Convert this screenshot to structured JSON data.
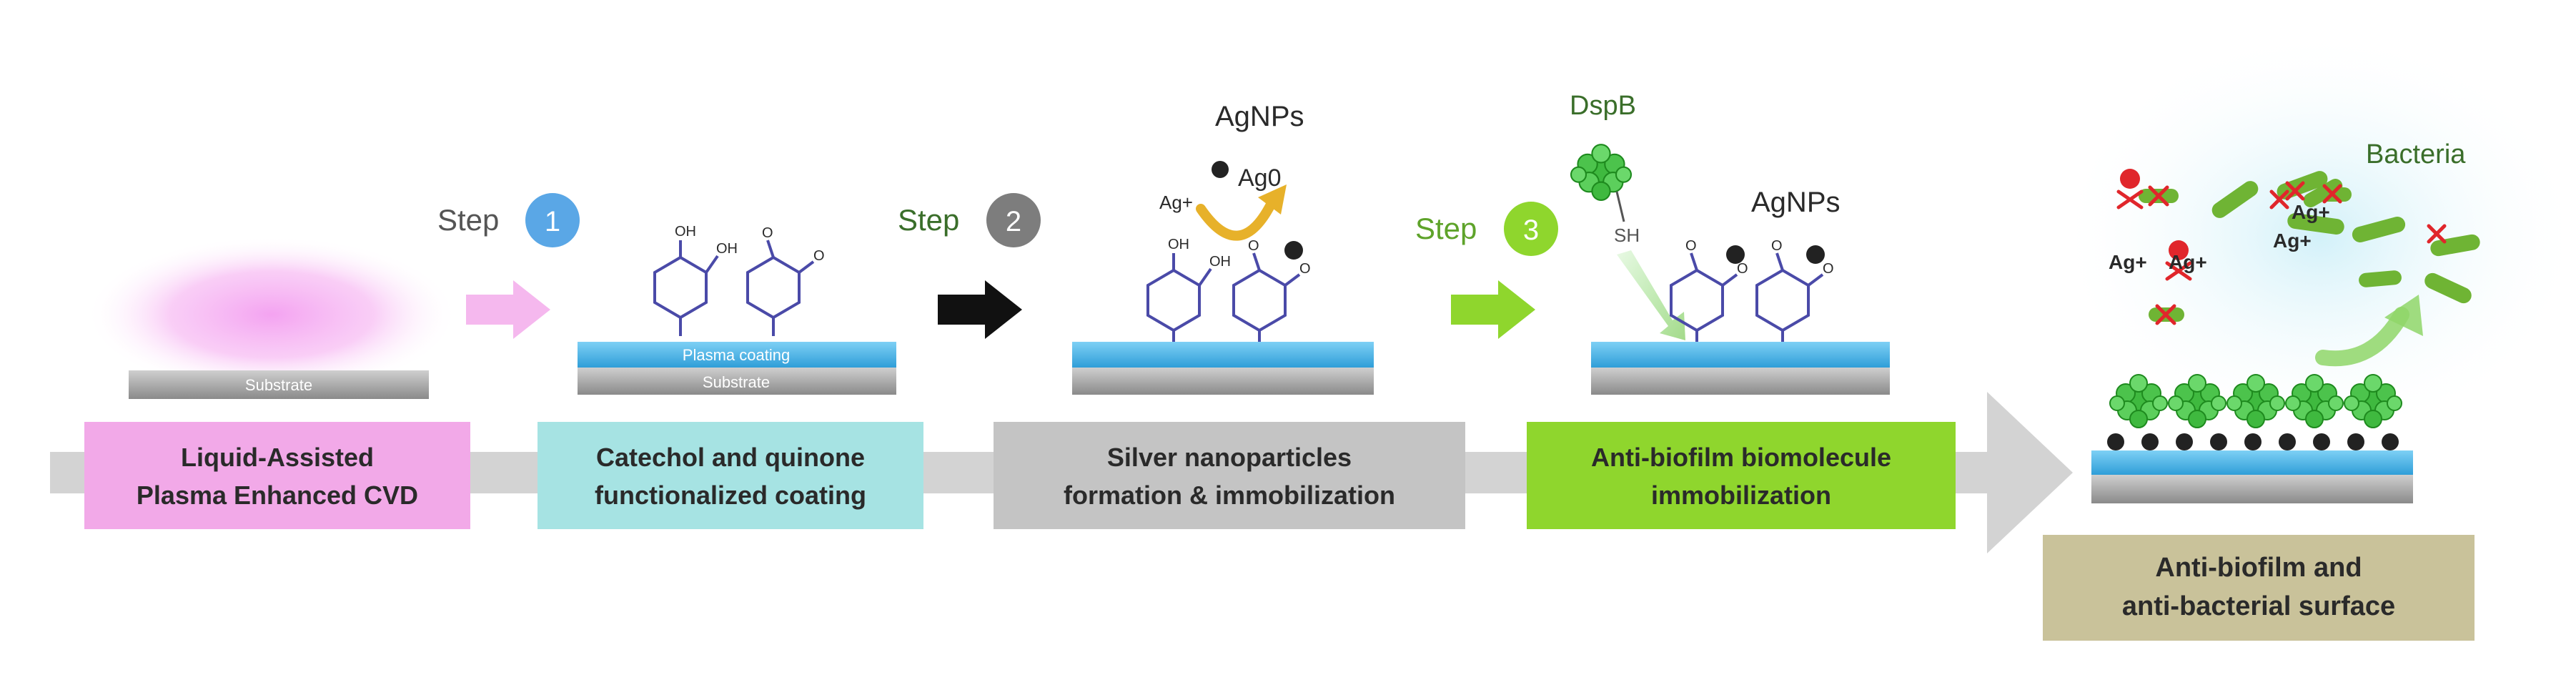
{
  "stages": [
    {
      "title_line1": "Liquid-Assisted",
      "title_line2": "Plasma Enhanced CVD",
      "color": "#f2a9e8"
    },
    {
      "title_line1": "Catechol and quinone",
      "title_line2": "functionalized coating",
      "color": "#a6e3e3"
    },
    {
      "title_line1": "Silver nanoparticles",
      "title_line2": "formation & immobilization",
      "color": "#c4c4c4"
    },
    {
      "title_line1": "Anti-biofilm  biomolecule",
      "title_line2": "immobilization",
      "color": "#8fd62d"
    },
    {
      "title_line1": "Anti-biofilm  and",
      "title_line2": "anti-bacterial surface",
      "color": "#c9c29a"
    }
  ],
  "steps": [
    {
      "word": "Step",
      "number": "1",
      "color": "#5aa7e6"
    },
    {
      "word": "Step",
      "number": "2",
      "color": "#7d7d7d"
    },
    {
      "word": "Step",
      "number": "3",
      "color": "#8fd62d"
    }
  ],
  "labels": {
    "substrate": "Substrate",
    "plasma_coating": "Plasma coating",
    "agnps": "AgNPs",
    "ag_plus": "Ag+",
    "ag_zero": "Ag0",
    "dspb": "DspB",
    "sh": "SH",
    "oh": "OH",
    "o": "O",
    "bacteria": "Bacteria"
  },
  "colors": {
    "main_arrow": "#d3d3d3",
    "coating_blue": "#4fb8ea",
    "substrate_gray": "#9a9a9a",
    "enzyme_green": "#4cc34c",
    "bacteria_green": "#6fb434",
    "dead_red": "#e0262b",
    "bond_purple": "#4a4aa8"
  }
}
